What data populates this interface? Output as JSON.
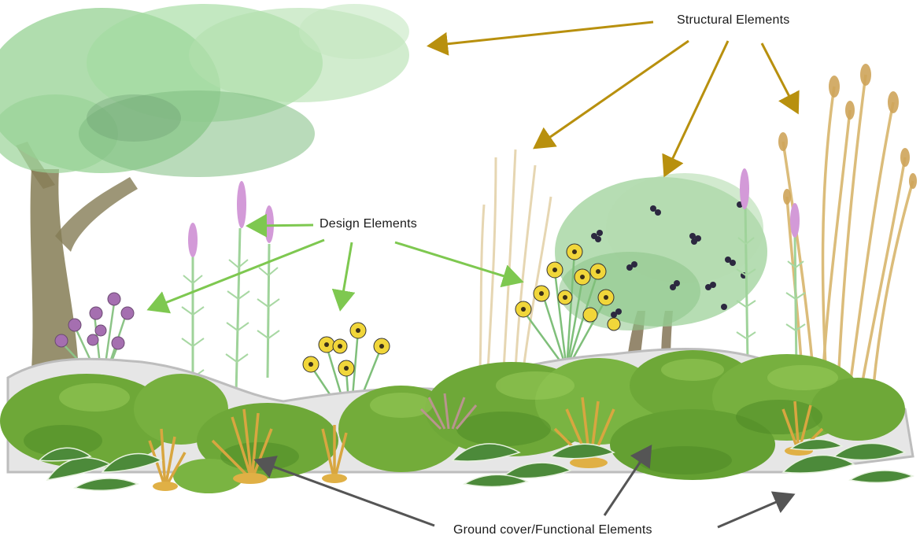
{
  "labels": {
    "structural": "Structural Elements",
    "design": "Design Elements",
    "ground": "Ground cover/Functional Elements"
  },
  "colors": {
    "structural_arrow": "#b8900e",
    "design_arrow": "#7ec850",
    "ground_arrow": "#555555",
    "tree_foliage": "#8fcf8c",
    "shrub_green": "#6ea838",
    "grass_tan": "#dcc08a",
    "pink_spike": "#d39ad8",
    "yellow_flower": "#f1d63a",
    "purple_flower": "#a56fb0",
    "hosta": "#4c8a3a"
  }
}
